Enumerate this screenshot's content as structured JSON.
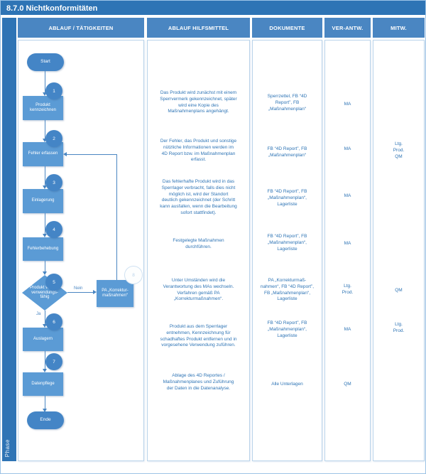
{
  "title": "8.7.0 Nichtkonformitäten",
  "phase_label": "Phase",
  "columns": {
    "taetigkeiten": "ABLAUF / TÄTIGKEITEN",
    "hilfsmittel": "ABLAUF HILFSMITTEL",
    "dokumente": "DOKUMENTE",
    "verantw": "VER-ANTW.",
    "mitw": "MITW."
  },
  "colors": {
    "title_bar": "#2e74b5",
    "header": "#4a86c2",
    "shape_fill": "#5b9bd5",
    "shape_dark": "#4485c6",
    "text_blue": "#2e74b5",
    "border_light": "#b9d3ea"
  },
  "flow": {
    "start": "Start",
    "end": "Ende",
    "steps": [
      {
        "num": "1",
        "label": "Produkt\nkennzeichnen"
      },
      {
        "num": "2",
        "label": "Fehler erfassen"
      },
      {
        "num": "3",
        "label": "Einlagerung"
      },
      {
        "num": "4",
        "label": "Fehlerbehebung"
      },
      {
        "num": "6",
        "label": "Auslagern"
      },
      {
        "num": "7",
        "label": "Datenpflege"
      }
    ],
    "decision": {
      "num": "5",
      "label": "Produkt wieder-\nverwendungs-\nfähig",
      "no_label": "Nein",
      "yes_label": "Ja"
    },
    "pa_box": {
      "label": "PA „Korrektur-\nmaßnahmen“",
      "num": "8"
    }
  },
  "rows": [
    {
      "hilfsmittel": "Das Produkt wird zunächst mit einem\nSperrvermerk gekennzeichnet, später\nwird eine Kopie des\nMaßnahmenplans angehängt.",
      "dokumente": "Sperrzettel, FB “4D\nReport”, FB\n„Maßnahmenplan“",
      "verantw": "MA",
      "mitw": ""
    },
    {
      "hilfsmittel": "Der Fehler, das Produkt und sonstige\nnützliche Informationen werden im\n4D Report bzw. im Maßnahmenplan\nerfasst.",
      "dokumente": "FB “4D Report”, FB\n„Maßnahmenplan“",
      "verantw": "MA",
      "mitw": "Ltg.\nProd.\nQM"
    },
    {
      "hilfsmittel": "Das fehlerhafte Produkt wird in das\nSperrlager verbracht, falls dies nicht\nmöglich ist, wird der Standort\ndeutlich gekennzeichnet (der Schritt\nkann ausfallen, wenn die Bearbeitung\nsofort stattfindet).",
      "dokumente": "FB “4D Report”, FB\n„Maßnahmenplan“,\nLagerliste",
      "verantw": "MA",
      "mitw": ""
    },
    {
      "hilfsmittel": "Festgelegte Maßnahmen\ndurchführen.",
      "dokumente": "FB “4D Report”, FB\n„Maßnahmenplan“,\nLagerliste",
      "verantw": "MA",
      "mitw": ""
    },
    {
      "hilfsmittel": "Unter Umständen wird die\nVerantwortung des MAs wechseln.\nVerfahren gemäß PA\n„Korrekturmaßnahmen“.",
      "dokumente": "PA „Korrekturmaß-\nnahmen“, FB “4D Report”,\nFB „Maßnahmenplan“,\nLagerliste",
      "verantw": "Ltg.\nProd.",
      "mitw": "QM"
    },
    {
      "hilfsmittel": "Produkt aus dem Sperrlager\nentnehmen, Kennzeichnung für\nschadhaftes Produkt entfernen und in\nvorgesehene Verwendung zuführen.",
      "dokumente": "FB “4D Report”, FB\n„Maßnahmenplan“,\nLagerliste",
      "verantw": "MA",
      "mitw": "Ltg.\nProd."
    },
    {
      "hilfsmittel": "Ablage des 4D Reportes /\nMaßnahmenplanes und Zuführung\nder Daten in die Datenanalyse.",
      "dokumente": "Alle Unterlagen",
      "verantw": "QM",
      "mitw": ""
    }
  ]
}
